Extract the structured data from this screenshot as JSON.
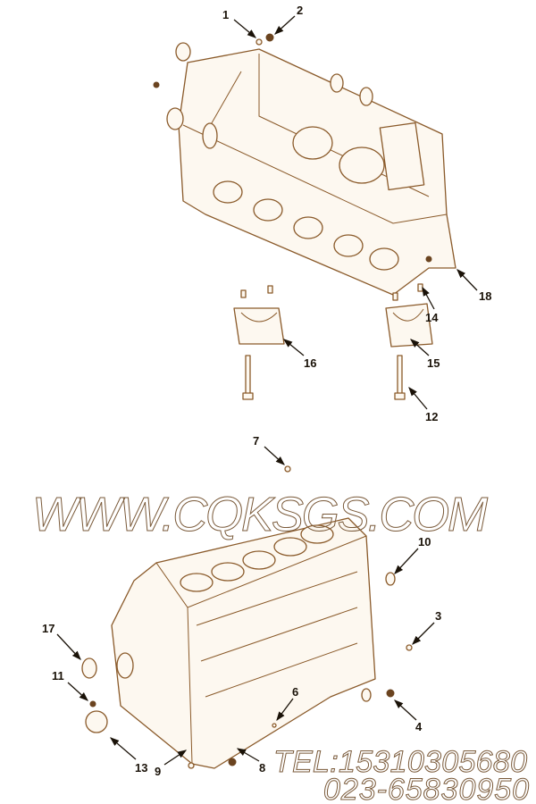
{
  "diagram": {
    "callouts": [
      {
        "label": "1"
      },
      {
        "label": "2"
      },
      {
        "label": "18"
      },
      {
        "label": "14"
      },
      {
        "label": "16"
      },
      {
        "label": "15"
      },
      {
        "label": "12"
      },
      {
        "label": "7"
      },
      {
        "label": "10"
      },
      {
        "label": "3"
      },
      {
        "label": "4"
      },
      {
        "label": "17"
      },
      {
        "label": "11"
      },
      {
        "label": "6"
      },
      {
        "label": "13"
      },
      {
        "label": "9"
      },
      {
        "label": "8"
      }
    ],
    "line_color": "#8a5a2a"
  },
  "watermark": {
    "website": "WWW.CQKSGS.COM",
    "phone": "TEL:15310305680",
    "phone2": "023-65830950"
  }
}
